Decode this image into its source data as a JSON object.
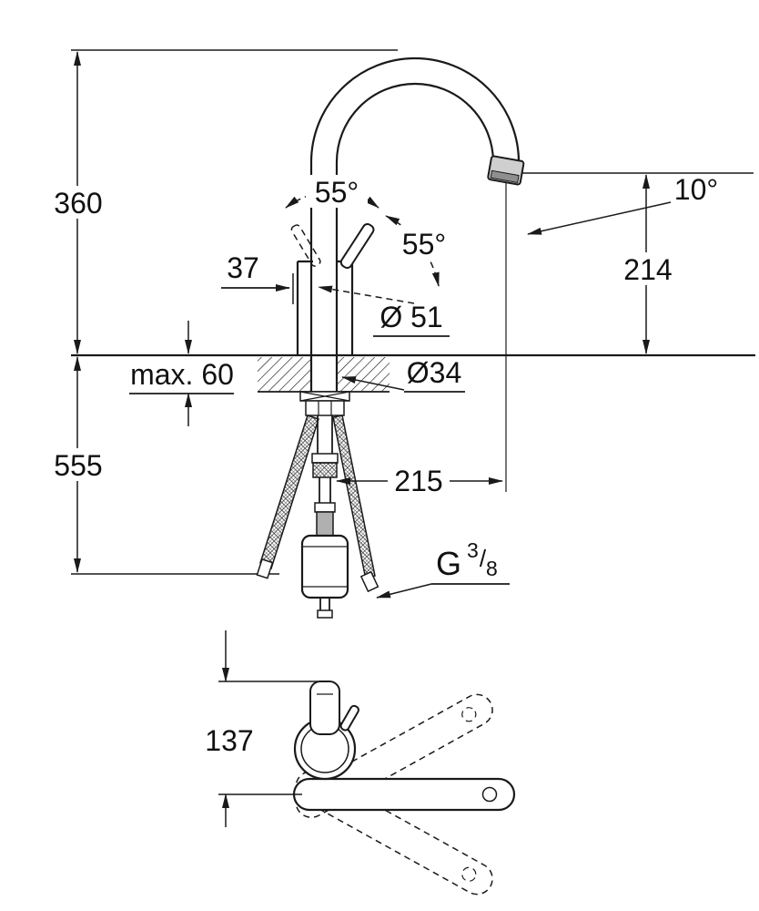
{
  "drawing": {
    "type": "faucet-installation-dimension-drawing",
    "colors": {
      "line": "#1a1a1a",
      "background": "#ffffff",
      "spout_tip_fill": "#cfcfcf",
      "spout_tip_band": "#8f8f8f",
      "hose_segment_fill": "#b0b0b0"
    },
    "dims": {
      "height_total": "360",
      "depth_below": "555",
      "spout_height": "214",
      "spout_angle": "10°",
      "handle_swing_left": "55°",
      "handle_swing_right": "55°",
      "body_offset": "37",
      "body_diameter": "Ø 51",
      "deck_thickness": "max. 60",
      "hole_diameter": "Ø34",
      "hose_reach": "215",
      "top_view_reach": "137",
      "thread_g": "G",
      "thread_num": "3",
      "thread_slash": "/",
      "thread_den": "8"
    }
  }
}
